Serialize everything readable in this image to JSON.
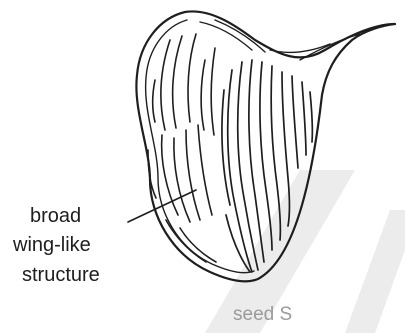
{
  "labels": {
    "structure_label_line1": "broad",
    "structure_label_line2": "wing-like",
    "structure_label_line3": "structure",
    "seed_caption": "seed S"
  },
  "colors": {
    "ink": "#1e1e1e",
    "watermark": "#ececec",
    "caption": "#9a9a9a"
  }
}
